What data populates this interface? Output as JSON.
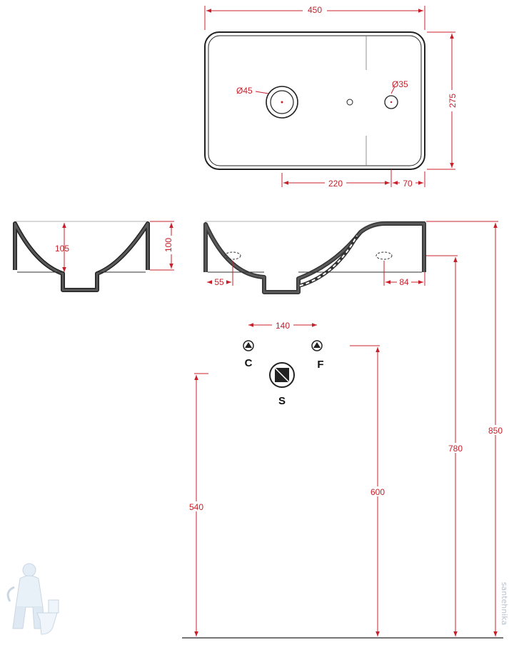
{
  "top_view": {
    "width": "450",
    "depth": "275",
    "drain_diameter": "Ø45",
    "tap_hole_diameter": "Ø35",
    "drain_to_tap": "220",
    "tap_to_edge": "70"
  },
  "section_view": {
    "inner_depth": "105",
    "height": "100"
  },
  "side_view": {
    "overflow_offset": "55",
    "tap_offset": "84"
  },
  "connections": {
    "spacing": "140",
    "cold_label": "C",
    "hot_label": "F",
    "drain_label": "S"
  },
  "heights": {
    "drain_height": "540",
    "supply_height": "600",
    "basin_bottom_height": "780",
    "basin_top_height": "850"
  },
  "watermark": {
    "text": "santehnika"
  }
}
